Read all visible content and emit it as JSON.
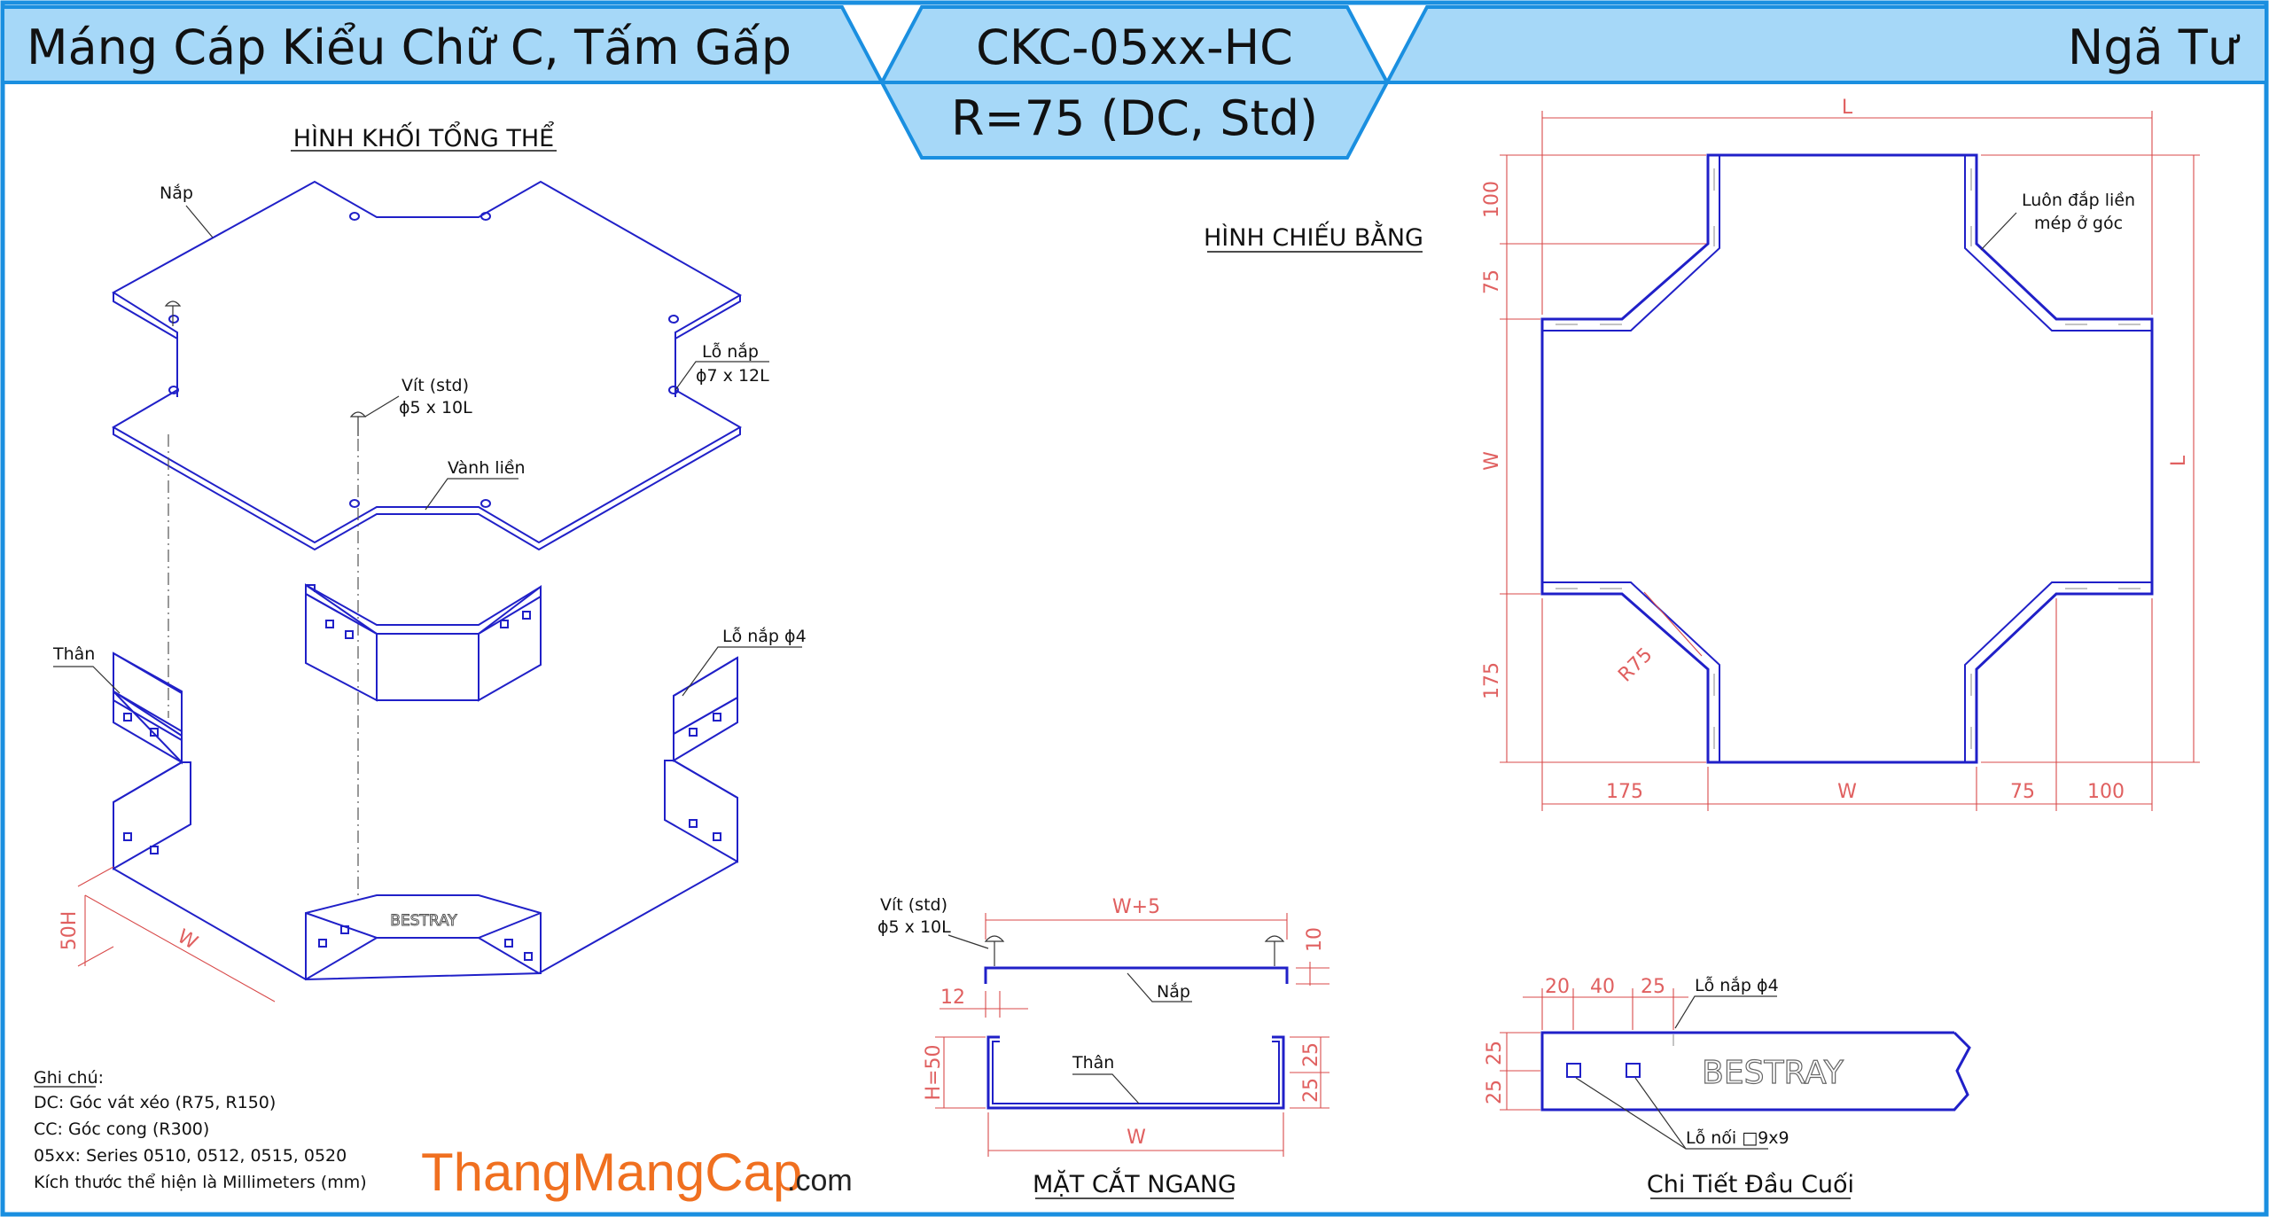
{
  "header": {
    "title_left": "Máng Cáp Kiểu Chữ C, Tấm Gấp",
    "code": "CKC-05xx-HC",
    "spec": "R=75 (DC, Std)",
    "title_right": "Ngã Tư"
  },
  "iso_view": {
    "title": "HÌNH KHỐI TỔNG THỂ",
    "lid": "Nắp",
    "lid_hole": "Lỗ nắp",
    "lid_hole_size": "ϕ7 x 12L",
    "screw": "Vít (std)",
    "screw_size": "ϕ5 x 10L",
    "rim": "Vành liền",
    "body": "Thân",
    "body_hole": "Lỗ nắp ϕ4",
    "brand": "BESTRAY",
    "dim_w": "W",
    "dim_h": "50H"
  },
  "plan_view": {
    "title": "HÌNH CHIẾU BẰNG",
    "note_line1": "Luôn đắp liền",
    "note_line2": "mép ở góc",
    "dim_l_top": "L",
    "dim_l_right": "L",
    "dim_w_left": "W",
    "dim_100_left": "100",
    "dim_75_left": "75",
    "dim_175_left": "175",
    "radius": "R75",
    "dim_175_bottom": "175",
    "dim_w_bottom": "W",
    "dim_75_bottom": "75",
    "dim_100_bottom": "100"
  },
  "section_view": {
    "title": "MẶT CẮT NGANG",
    "screw": "Vít (std)",
    "screw_size": "ϕ5 x 10L",
    "dim_w5": "W+5",
    "dim_10": "10",
    "dim_12": "12",
    "lid": "Nắp",
    "body": "Thân",
    "dim_h": "H=50",
    "dim_25a": "25",
    "dim_25b": "25",
    "dim_w": "W"
  },
  "end_detail": {
    "title": "Chi Tiết Đầu Cuối",
    "dim_20": "20",
    "dim_40": "40",
    "dim_25": "25",
    "lid_hole": "Lỗ nắp ϕ4",
    "dim_25a": "25",
    "dim_25b": "25",
    "brand": "BESTRAY",
    "join_hole": "Lỗ nối □9x9"
  },
  "notes": {
    "heading": "Ghi chú:",
    "line1": "DC: Góc vát xéo (R75, R150)",
    "line2": "CC: Góc cong (R300)",
    "line3": "05xx: Series 0510, 0512, 0515, 0520",
    "line4": "Kích thước thể hiện là Millimeters (mm)"
  },
  "watermark": {
    "main": "ThangMangCap",
    "suffix": ".com"
  },
  "colors": {
    "header_fill": "#a6d8f8",
    "border": "#1a8fe0",
    "drawing": "#2020c8",
    "dimension": "#e06060",
    "watermark_orange": "#f07020"
  }
}
